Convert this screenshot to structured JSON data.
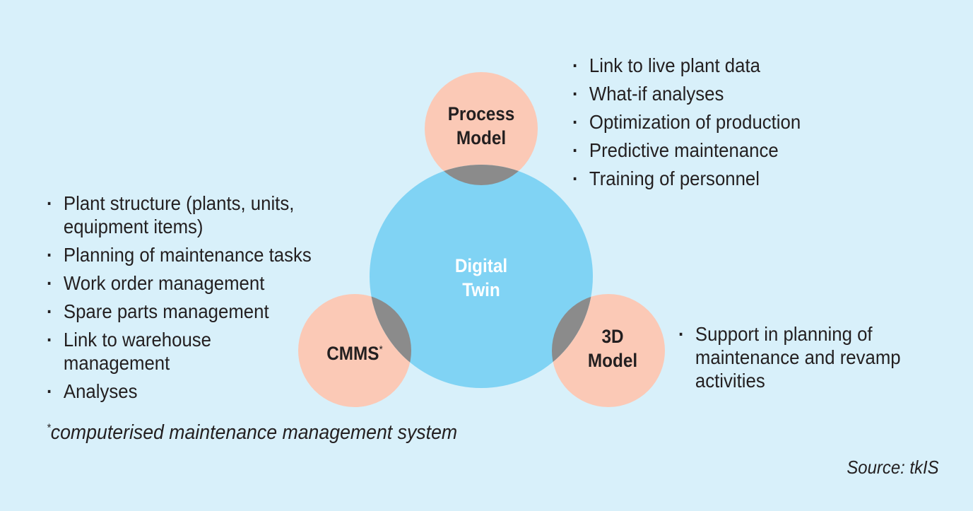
{
  "colors": {
    "background": "#d8f0fa",
    "center_circle": "#80d3f4",
    "satellite_circle": "#fbc9b6",
    "overlap": "#8b8b8b",
    "center_text": "#ffffff",
    "text": "#231f20"
  },
  "center": {
    "line1": "Digital",
    "line2": "Twin"
  },
  "process_model": {
    "line1": "Process",
    "line2": "Model",
    "bullets": [
      "Link to live plant data",
      "What-if analyses",
      "Optimization of production",
      "Predictive maintenance",
      "Training of personnel"
    ]
  },
  "cmms": {
    "label": "CMMS",
    "marker": "*",
    "bullets": [
      "Plant structure (plants, units, equipment items)",
      "Planning of maintenance tasks",
      "Work order management",
      "Spare parts management",
      "Link to warehouse management",
      "Analyses"
    ]
  },
  "model_3d": {
    "line1": "3D",
    "line2": "Model",
    "bullets": [
      "Support in planning of maintenance and revamp activities"
    ]
  },
  "footnote": {
    "marker": "*",
    "text": "computerised maintenance management system"
  },
  "source": "Source: tkIS"
}
